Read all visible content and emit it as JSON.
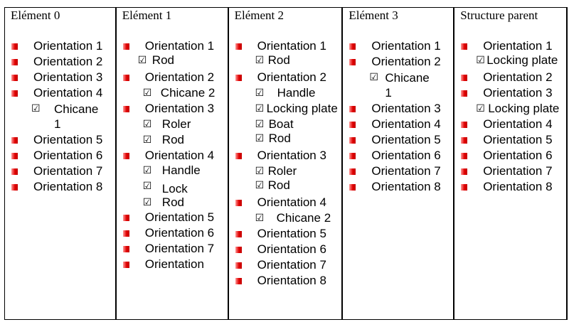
{
  "columns": [
    {
      "header": "Elément 0",
      "items": [
        {
          "type": "bullet",
          "label": "Orientation 1"
        },
        {
          "type": "bullet",
          "label": "Orientation 2"
        },
        {
          "type": "bullet",
          "label": "Orientation 3"
        },
        {
          "type": "bullet",
          "label": "Orientation 4"
        },
        {
          "type": "check",
          "label": "Chicane 1"
        },
        {
          "type": "bullet",
          "label": "Orientation 5"
        },
        {
          "type": "bullet",
          "label": "Orientation 6"
        },
        {
          "type": "bullet",
          "label": "Orientation 7"
        },
        {
          "type": "bullet",
          "label": "Orientation 8"
        }
      ]
    },
    {
      "header": "Elément 1",
      "items": [
        {
          "type": "bullet",
          "label": "Orientation 1"
        },
        {
          "type": "check",
          "label": "Rod"
        },
        {
          "type": "bullet",
          "label": "Orientation 2"
        },
        {
          "type": "check",
          "label": "Chicane 2"
        },
        {
          "type": "bullet",
          "label": "Orientation 3"
        },
        {
          "type": "check",
          "label": "Roler"
        },
        {
          "type": "check",
          "label": "Rod"
        },
        {
          "type": "bullet",
          "label": "Orientation 4"
        },
        {
          "type": "check",
          "label": "Handle"
        },
        {
          "type": "check",
          "label": "Lock"
        },
        {
          "type": "check",
          "label": "Rod"
        },
        {
          "type": "bullet",
          "label": "Orientation 5"
        },
        {
          "type": "bullet",
          "label": "Orientation 6"
        },
        {
          "type": "bullet",
          "label": "Orientation 7"
        },
        {
          "type": "bullet",
          "label": "Orientation"
        }
      ]
    },
    {
      "header": "Elément 2",
      "items": [
        {
          "type": "bullet",
          "label": "Orientation 1"
        },
        {
          "type": "check",
          "label": "Rod"
        },
        {
          "type": "bullet",
          "label": "Orientation 2"
        },
        {
          "type": "check",
          "label": "Handle"
        },
        {
          "type": "check",
          "label": "Locking plate"
        },
        {
          "type": "check",
          "label": "Boat"
        },
        {
          "type": "check",
          "label": "Rod"
        },
        {
          "type": "bullet",
          "label": "Orientation 3"
        },
        {
          "type": "check",
          "label": "Roler"
        },
        {
          "type": "check",
          "label": "Rod"
        },
        {
          "type": "bullet",
          "label": "Orientation 4"
        },
        {
          "type": "check",
          "label": "Chicane 2"
        },
        {
          "type": "bullet",
          "label": "Orientation 5"
        },
        {
          "type": "bullet",
          "label": "Orientation 6"
        },
        {
          "type": "bullet",
          "label": "Orientation 7"
        },
        {
          "type": "bullet",
          "label": "Orientation 8"
        }
      ]
    },
    {
      "header": "Elément 3",
      "items": [
        {
          "type": "bullet",
          "label": "Orientation 1"
        },
        {
          "type": "bullet",
          "label": "Orientation 2"
        },
        {
          "type": "check",
          "label": "Chicane 1"
        },
        {
          "type": "bullet",
          "label": "Orientation 3"
        },
        {
          "type": "bullet",
          "label": "Orientation 4"
        },
        {
          "type": "bullet",
          "label": "Orientation 5"
        },
        {
          "type": "bullet",
          "label": "Orientation 6"
        },
        {
          "type": "bullet",
          "label": "Orientation 7"
        },
        {
          "type": "bullet",
          "label": "Orientation 8"
        }
      ]
    },
    {
      "header": "Structure parent",
      "items": [
        {
          "type": "bullet",
          "label": "Orientation 1"
        },
        {
          "type": "check",
          "label": "Locking plate"
        },
        {
          "type": "bullet",
          "label": "Orientation 2"
        },
        {
          "type": "bullet",
          "label": "Orientation 3"
        },
        {
          "type": "check",
          "label": "Locking plate"
        },
        {
          "type": "bullet",
          "label": "Orientation 4"
        },
        {
          "type": "bullet",
          "label": "Orientation 5"
        },
        {
          "type": "bullet",
          "label": "Orientation 6"
        },
        {
          "type": "bullet",
          "label": "Orientation 7"
        },
        {
          "type": "bullet",
          "label": "Orientation 8"
        }
      ]
    }
  ],
  "icons": {
    "bullet": "red-square-bullet-icon",
    "check": "checked-box-icon"
  },
  "colors": {
    "bullet": "#e00000",
    "border": "#000000",
    "background": "#ffffff"
  }
}
